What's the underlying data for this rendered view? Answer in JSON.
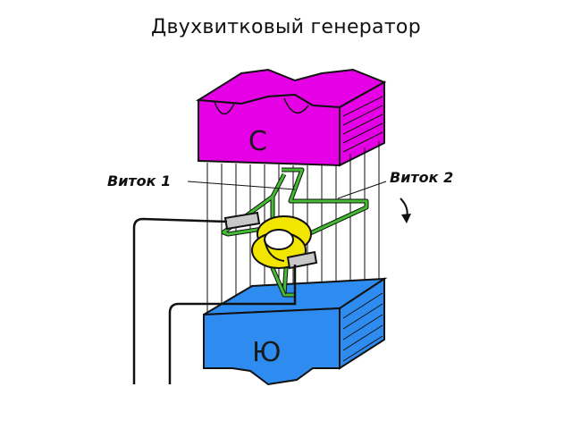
{
  "title": "Двухвитковый генератор",
  "labels": {
    "coil1": "Виток 1",
    "coil2": "Виток 2",
    "north_pole": "С",
    "south_pole": "Ю"
  },
  "colors": {
    "north_pole": "#e600e6",
    "south_pole": "#2e8cf0",
    "coil": "#44bb33",
    "commutator": "#f2e600",
    "outline": "#111111"
  }
}
